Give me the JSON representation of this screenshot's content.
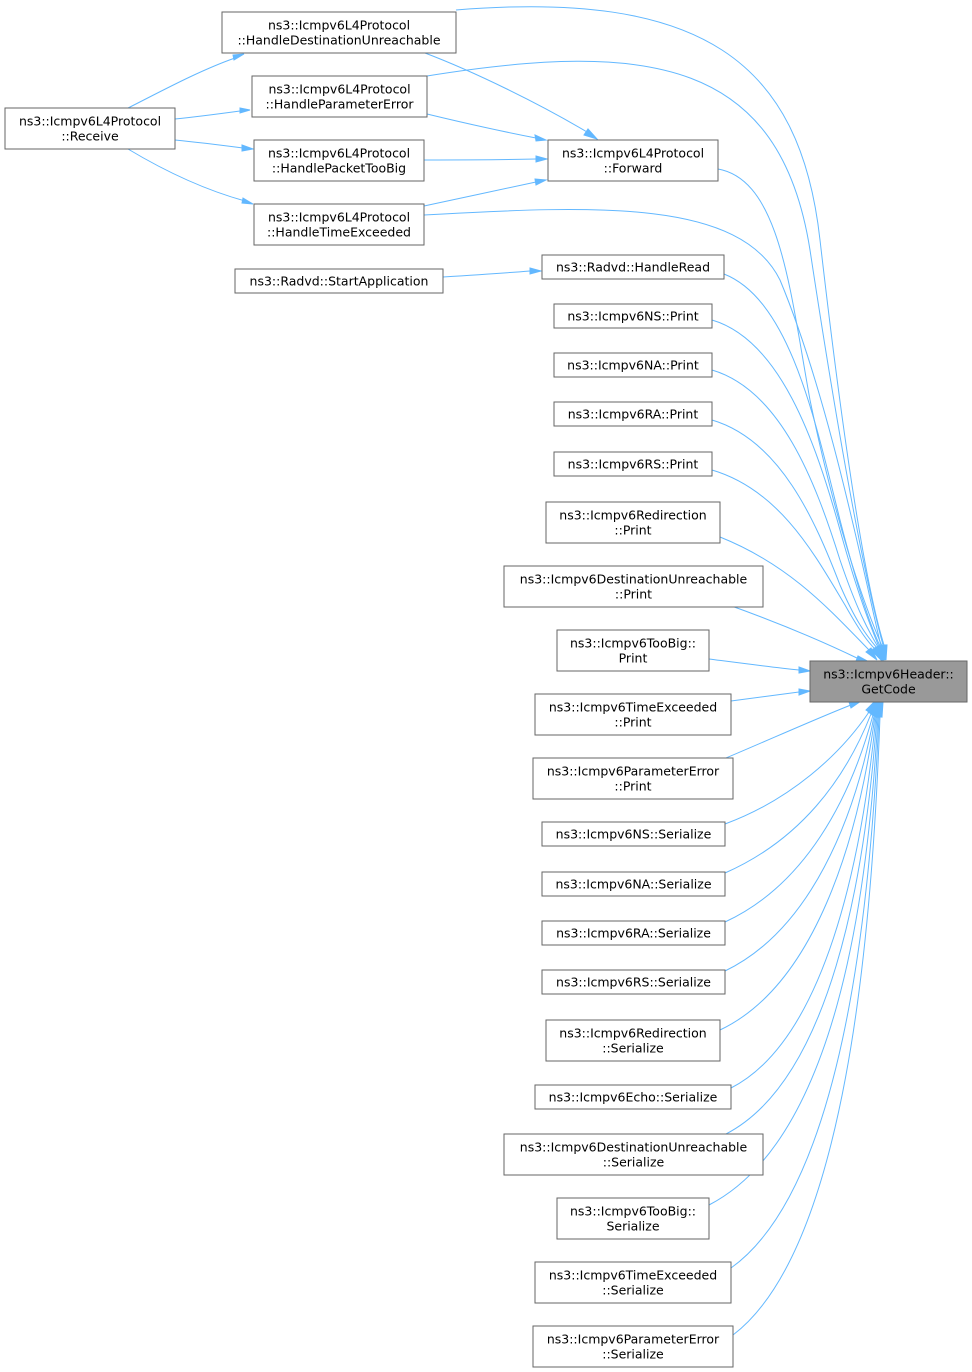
{
  "diagram": {
    "target": "n_getcode",
    "nodes": [
      {
        "id": "n_getcode",
        "lines": [
          "ns3::Icmpv6Header::",
          "GetCode"
        ],
        "target": true
      },
      {
        "id": "n_hdu",
        "lines": [
          "ns3::Icmpv6L4Protocol",
          "::HandleDestinationUnreachable"
        ]
      },
      {
        "id": "n_hpe",
        "lines": [
          "ns3::Icmpv6L4Protocol",
          "::HandleParameterError"
        ]
      },
      {
        "id": "n_recv",
        "lines": [
          "ns3::Icmpv6L4Protocol",
          "::Receive"
        ]
      },
      {
        "id": "n_hptb",
        "lines": [
          "ns3::Icmpv6L4Protocol",
          "::HandlePacketTooBig"
        ]
      },
      {
        "id": "n_fwd",
        "lines": [
          "ns3::Icmpv6L4Protocol",
          "::Forward"
        ]
      },
      {
        "id": "n_hte",
        "lines": [
          "ns3::Icmpv6L4Protocol",
          "::HandleTimeExceeded"
        ]
      },
      {
        "id": "n_hread",
        "lines": [
          "ns3::Radvd::HandleRead"
        ]
      },
      {
        "id": "n_start",
        "lines": [
          "ns3::Radvd::StartApplication"
        ]
      },
      {
        "id": "n_ns_print",
        "lines": [
          "ns3::Icmpv6NS::Print"
        ]
      },
      {
        "id": "n_na_print",
        "lines": [
          "ns3::Icmpv6NA::Print"
        ]
      },
      {
        "id": "n_ra_print",
        "lines": [
          "ns3::Icmpv6RA::Print"
        ]
      },
      {
        "id": "n_rs_print",
        "lines": [
          "ns3::Icmpv6RS::Print"
        ]
      },
      {
        "id": "n_redir_print",
        "lines": [
          "ns3::Icmpv6Redirection",
          "::Print"
        ]
      },
      {
        "id": "n_du_print",
        "lines": [
          "ns3::Icmpv6DestinationUnreachable",
          "::Print"
        ]
      },
      {
        "id": "n_tb_print",
        "lines": [
          "ns3::Icmpv6TooBig::",
          "Print"
        ]
      },
      {
        "id": "n_te_print",
        "lines": [
          "ns3::Icmpv6TimeExceeded",
          "::Print"
        ]
      },
      {
        "id": "n_pe_print",
        "lines": [
          "ns3::Icmpv6ParameterError",
          "::Print"
        ]
      },
      {
        "id": "n_ns_ser",
        "lines": [
          "ns3::Icmpv6NS::Serialize"
        ]
      },
      {
        "id": "n_na_ser",
        "lines": [
          "ns3::Icmpv6NA::Serialize"
        ]
      },
      {
        "id": "n_ra_ser",
        "lines": [
          "ns3::Icmpv6RA::Serialize"
        ]
      },
      {
        "id": "n_rs_ser",
        "lines": [
          "ns3::Icmpv6RS::Serialize"
        ]
      },
      {
        "id": "n_redir_ser",
        "lines": [
          "ns3::Icmpv6Redirection",
          "::Serialize"
        ]
      },
      {
        "id": "n_echo_ser",
        "lines": [
          "ns3::Icmpv6Echo::Serialize"
        ]
      },
      {
        "id": "n_du_ser",
        "lines": [
          "ns3::Icmpv6DestinationUnreachable",
          "::Serialize"
        ]
      },
      {
        "id": "n_tb_ser",
        "lines": [
          "ns3::Icmpv6TooBig::",
          "Serialize"
        ]
      },
      {
        "id": "n_te_ser",
        "lines": [
          "ns3::Icmpv6TimeExceeded",
          "::Serialize"
        ]
      },
      {
        "id": "n_pe_ser",
        "lines": [
          "ns3::Icmpv6ParameterError",
          "::Serialize"
        ]
      }
    ],
    "edges": [
      {
        "from": "n_recv",
        "to": "n_hdu"
      },
      {
        "from": "n_recv",
        "to": "n_hpe"
      },
      {
        "from": "n_recv",
        "to": "n_hptb"
      },
      {
        "from": "n_recv",
        "to": "n_hte"
      },
      {
        "from": "n_hdu",
        "to": "n_fwd"
      },
      {
        "from": "n_hpe",
        "to": "n_fwd"
      },
      {
        "from": "n_hptb",
        "to": "n_fwd"
      },
      {
        "from": "n_hte",
        "to": "n_fwd"
      },
      {
        "from": "n_start",
        "to": "n_hread"
      },
      {
        "from": "n_hdu",
        "to": "n_getcode"
      },
      {
        "from": "n_hpe",
        "to": "n_getcode"
      },
      {
        "from": "n_fwd",
        "to": "n_getcode"
      },
      {
        "from": "n_hte",
        "to": "n_getcode"
      },
      {
        "from": "n_hread",
        "to": "n_getcode"
      },
      {
        "from": "n_ns_print",
        "to": "n_getcode"
      },
      {
        "from": "n_na_print",
        "to": "n_getcode"
      },
      {
        "from": "n_ra_print",
        "to": "n_getcode"
      },
      {
        "from": "n_rs_print",
        "to": "n_getcode"
      },
      {
        "from": "n_redir_print",
        "to": "n_getcode"
      },
      {
        "from": "n_du_print",
        "to": "n_getcode"
      },
      {
        "from": "n_tb_print",
        "to": "n_getcode"
      },
      {
        "from": "n_te_print",
        "to": "n_getcode"
      },
      {
        "from": "n_pe_print",
        "to": "n_getcode"
      },
      {
        "from": "n_ns_ser",
        "to": "n_getcode"
      },
      {
        "from": "n_na_ser",
        "to": "n_getcode"
      },
      {
        "from": "n_ra_ser",
        "to": "n_getcode"
      },
      {
        "from": "n_rs_ser",
        "to": "n_getcode"
      },
      {
        "from": "n_redir_ser",
        "to": "n_getcode"
      },
      {
        "from": "n_echo_ser",
        "to": "n_getcode"
      },
      {
        "from": "n_du_ser",
        "to": "n_getcode"
      },
      {
        "from": "n_tb_ser",
        "to": "n_getcode"
      },
      {
        "from": "n_te_ser",
        "to": "n_getcode"
      },
      {
        "from": "n_pe_ser",
        "to": "n_getcode"
      }
    ],
    "colors": {
      "edge": "#63b8ff",
      "node_border": "#666666",
      "target_fill": "#999999",
      "node_fill": "#ffffff"
    }
  }
}
